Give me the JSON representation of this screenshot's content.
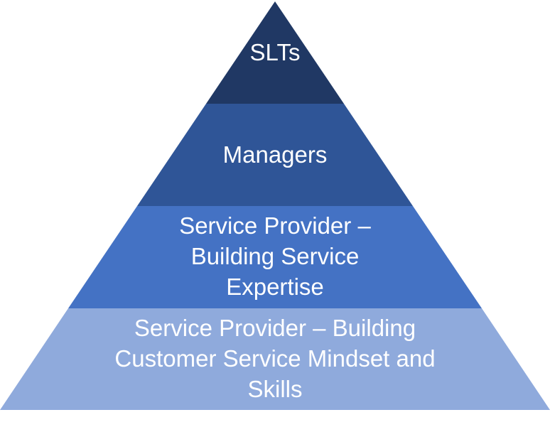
{
  "pyramid": {
    "tiers": [
      {
        "lines": [
          "SLTs"
        ],
        "color": "#203864"
      },
      {
        "lines": [
          "Managers"
        ],
        "color": "#2f5597"
      },
      {
        "lines": [
          "Service Provider –",
          "Building Service",
          "Expertise"
        ],
        "color": "#4472c4"
      },
      {
        "lines": [
          "Service Provider – Building",
          "Customer Service Mindset and",
          "Skills"
        ],
        "color": "#8faadc"
      }
    ]
  }
}
